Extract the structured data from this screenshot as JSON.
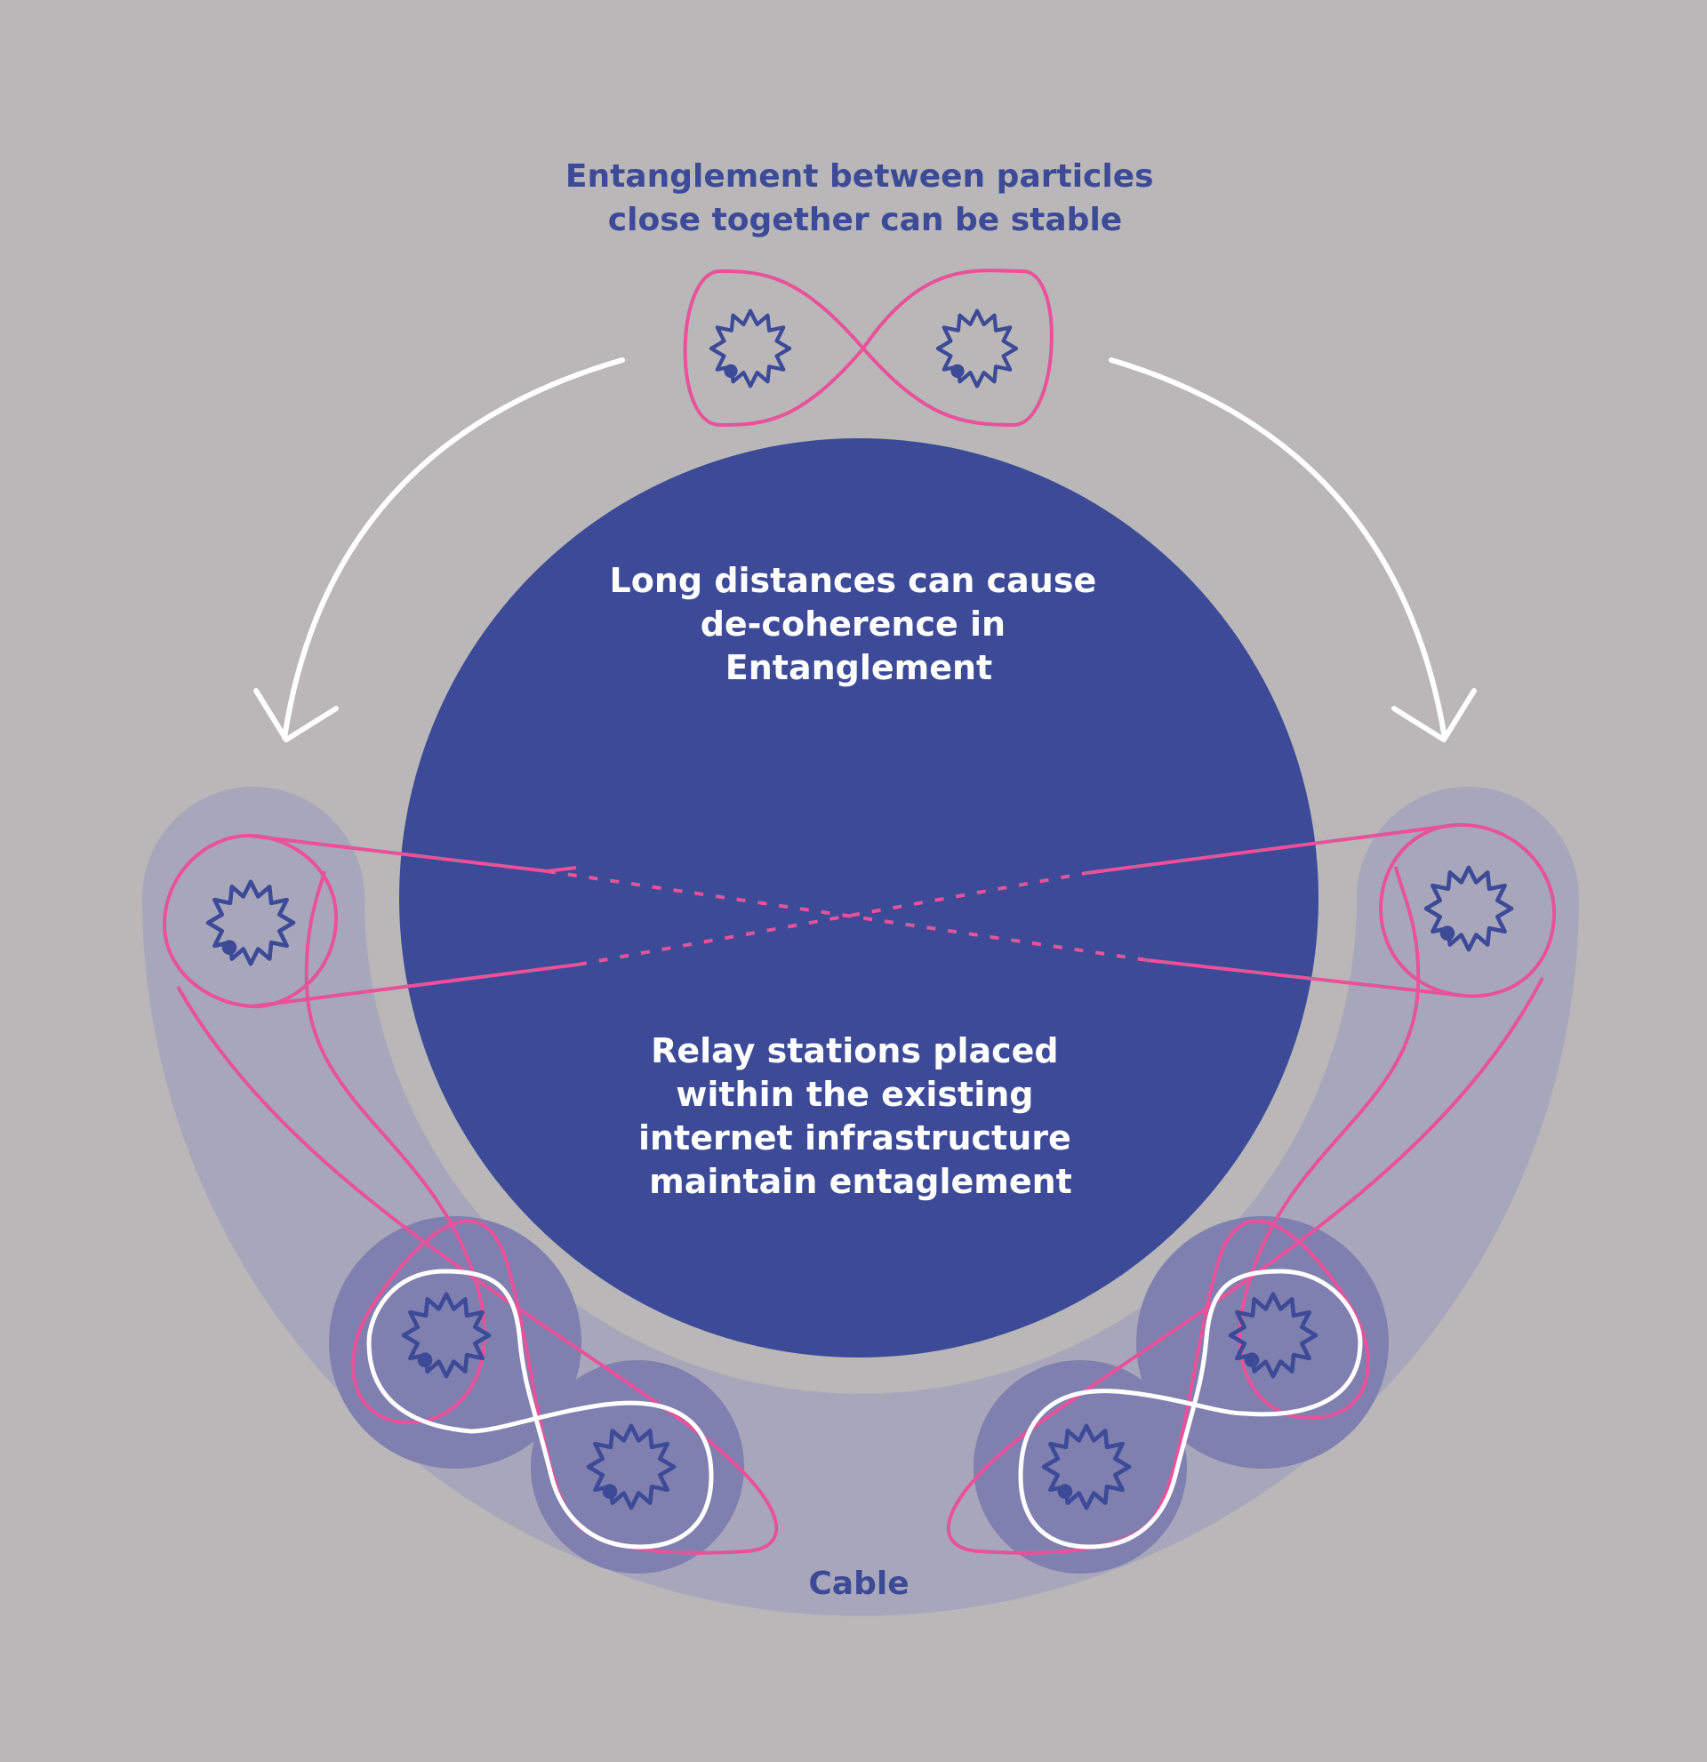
{
  "diagram": {
    "top_caption": [
      "Entanglement between particles",
      "close together can be stable"
    ],
    "center_caption_upper": [
      "Long distances can cause",
      "de-coherence in",
      "Entanglement"
    ],
    "center_caption_lower": [
      "Relay stations placed",
      "within the existing",
      "internet infrastructure",
      "maintain entaglement"
    ],
    "cable_label": "Cable"
  },
  "colors": {
    "background": "#b9b7b8",
    "earth": "#3c4a98",
    "cable": "#a8a6bb",
    "station": "#7f7fb0",
    "entanglement_line": "#e8529a",
    "arrow": "#ffffff",
    "particle": "#3c4a98"
  },
  "icons": {
    "particle": "particle-starburst-icon",
    "arrow": "curved-arrow-icon"
  }
}
